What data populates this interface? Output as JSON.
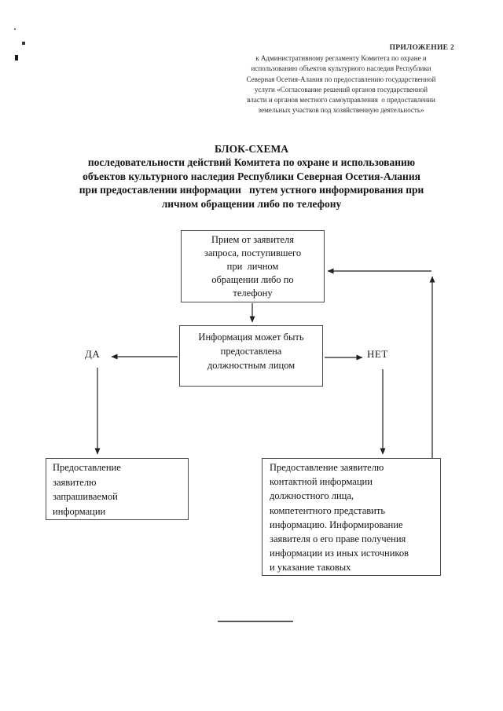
{
  "page": {
    "colors": {
      "background": "#ffffff",
      "ink": "#1f1f1f",
      "box_border": "#4a4a4a"
    }
  },
  "appendix": {
    "label": "ПРИЛОЖЕНИЕ 2",
    "lines": [
      "к Административному регламенту Комитета по охране и",
      "использованию объектов культурного наследия Республики",
      "Северная Осетия-Алания по предоставлению государственной",
      "услуги «Согласование решений органов государственной",
      "власти и органов местного самоуправления  о предоставлении",
      "земельных участков под хозяйственную деятельность»"
    ]
  },
  "title": {
    "lines": [
      "БЛОК-СХЕМА",
      "последовательности действий Комитета по охране и использованию",
      "объектов культурного наследия Республики Северная Осетия-Алания",
      "при предоставлении информации   путем устного информирования при",
      "личном обращении либо по телефону"
    ]
  },
  "flowchart": {
    "boxes": [
      {
        "name": "receive-request",
        "text": "Прием от заявителя\nзапроса, поступившего\nпри  личном\nобращении либо по\nтелефону"
      },
      {
        "name": "decision-info-available",
        "text": "Информация может быть\nпредоставлена\nдолжностным лицом"
      },
      {
        "name": "provide-requested-info",
        "text": "Предоставление\nзаявителю\nзапрашиваемой\nинформации"
      },
      {
        "name": "provide-contact-info",
        "text": "Предоставление заявителю\nконтактной информации\nдолжностного лица,\nкомпетентного представить\nинформацию. Информирование\nзаявителя о его праве получения\nинформации из иных источников\nи указание таковых"
      }
    ],
    "labels": {
      "yes": "ДА",
      "no": "НЕТ"
    }
  }
}
